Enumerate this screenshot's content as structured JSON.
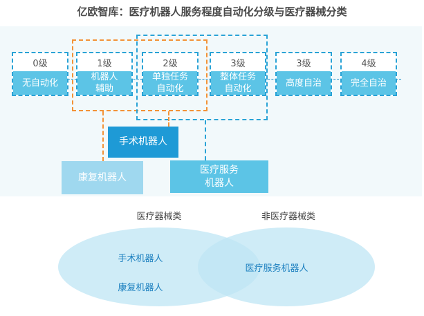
{
  "title": "亿欧智库：医疗机器人服务程度自动化分级与医疗器械分类",
  "levels": [
    {
      "grade": "0级",
      "name": "无自动化"
    },
    {
      "grade": "1级",
      "name": "机器人\n辅助"
    },
    {
      "grade": "2级",
      "name": "单独任务\n自动化"
    },
    {
      "grade": "3级",
      "name": "整体任务\n自动化"
    },
    {
      "grade": "3级",
      "name": "高度自治"
    },
    {
      "grade": "4级",
      "name": "完全自治"
    }
  ],
  "robot_categories": {
    "surgical": "手术机器人",
    "rehab": "康复机器人",
    "medical_service": "医疗服务\n机器人"
  },
  "venn": {
    "left_title": "医疗器械类",
    "right_title": "非医疗器械类",
    "left_items": [
      "手术机器人",
      "康复机器人"
    ],
    "overlap_item": "医疗服务机器人"
  },
  "colors": {
    "dashed_blue": "#2aa3d6",
    "dashed_orange": "#f39237",
    "level_fill": "#5cc4e6",
    "surgical_fill": "#1e9ad6",
    "rehab_fill": "#9fd8ef",
    "service_fill": "#5cc4e6",
    "venn_fill": "#bfe6f4"
  }
}
